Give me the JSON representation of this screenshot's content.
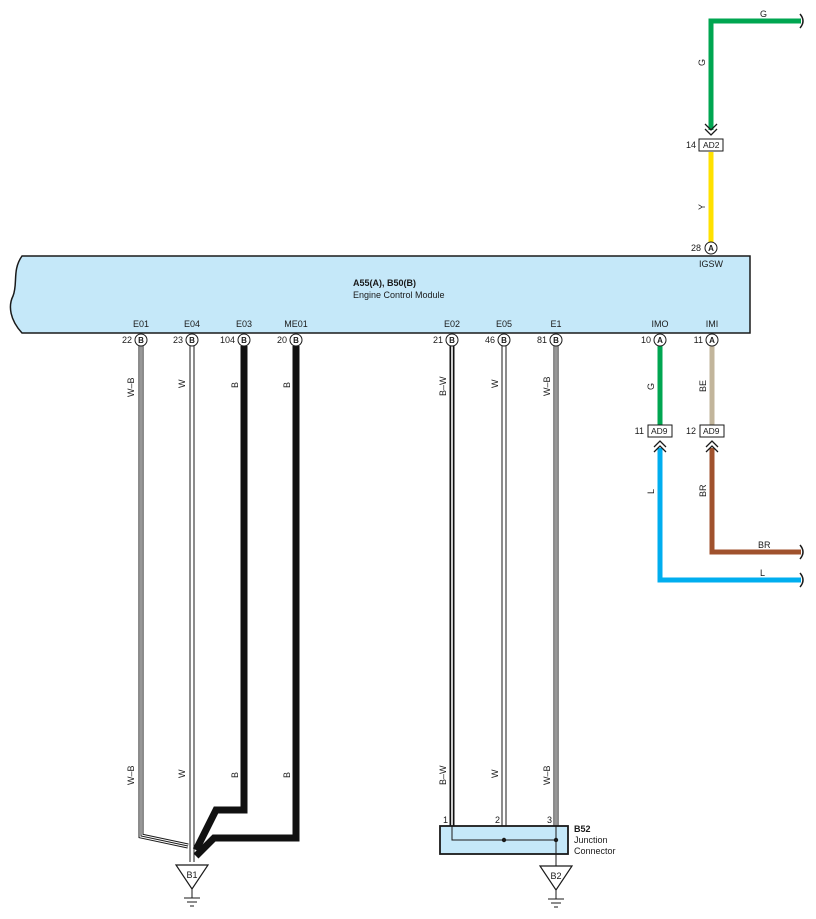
{
  "colors": {
    "ecm_fill": "#c5e8f9",
    "green": "#00a651",
    "yellow": "#ffe100",
    "blue": "#00aeef",
    "brown": "#a0522d",
    "beige": "#c2b59b",
    "black": "#111111"
  },
  "ecm": {
    "id_text": "A55(A), B50(B)",
    "name": "Engine Control Module",
    "igsw": {
      "signal": "IGSW",
      "pin": "28",
      "connector": "A"
    },
    "pins": [
      {
        "signal": "E01",
        "pin": "22",
        "connector": "B"
      },
      {
        "signal": "E04",
        "pin": "23",
        "connector": "B"
      },
      {
        "signal": "E03",
        "pin": "104",
        "connector": "B"
      },
      {
        "signal": "ME01",
        "pin": "20",
        "connector": "B"
      },
      {
        "signal": "E02",
        "pin": "21",
        "connector": "B"
      },
      {
        "signal": "E05",
        "pin": "46",
        "connector": "B"
      },
      {
        "signal": "E1",
        "pin": "81",
        "connector": "B"
      },
      {
        "signal": "IMO",
        "pin": "10",
        "connector": "A"
      },
      {
        "signal": "IMI",
        "pin": "11",
        "connector": "A"
      }
    ]
  },
  "wire_colors": {
    "w_b": "W–B",
    "w": "W",
    "b": "B",
    "b_w": "B–W",
    "g": "G",
    "y": "Y",
    "l": "L",
    "be": "BE",
    "br": "BR"
  },
  "connectors": {
    "ad2": {
      "name": "AD2",
      "pin": "14"
    },
    "ad9_imo": {
      "name": "AD9",
      "pin": "11"
    },
    "ad9_imi": {
      "name": "AD9",
      "pin": "12"
    }
  },
  "junction": {
    "id": "B52",
    "line1": "Junction",
    "line2": "Connector",
    "pins": [
      "1",
      "2",
      "3"
    ]
  },
  "grounds": {
    "b1": "B1",
    "b2": "B2"
  }
}
